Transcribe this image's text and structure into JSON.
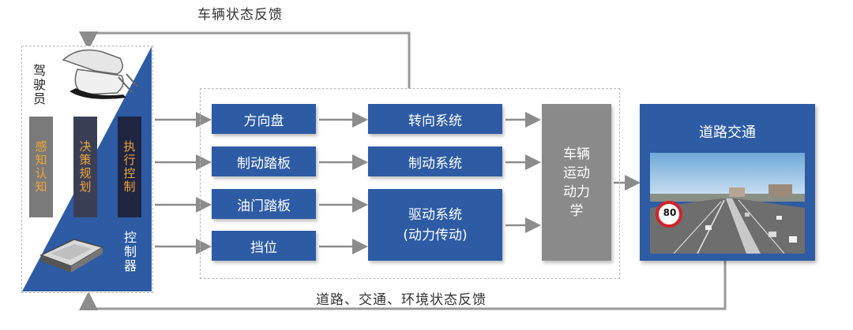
{
  "feedback": {
    "vehicle_state": "车辆状态反馈",
    "road_env": "道路、交通、环境状态反馈"
  },
  "driver": {
    "label": "驾驶员",
    "perception": "感知认知",
    "decision": "决策规划",
    "execution": "执行控制",
    "controller": "控制器"
  },
  "inputs": {
    "steering_wheel": "方向盘",
    "brake_pedal": "制动踏板",
    "throttle_pedal": "油门踏板",
    "gear": "挡位"
  },
  "systems": {
    "steering": "转向系统",
    "braking": "制动系统",
    "drive_line1": "驱动系统",
    "drive_line2": "(动力传动)"
  },
  "dynamics": {
    "line1": "车辆",
    "line2": "运动",
    "line3": "动力",
    "line4": "学"
  },
  "road": {
    "title": "道路交通",
    "speed_sign": "80"
  },
  "colors": {
    "box_blue": "#2d5ba4",
    "dark_slate": "#3b3f56",
    "gray": "#7a7a7a",
    "orange_text": "#f0a53a",
    "arrow_gray": "#8c8c8c"
  }
}
